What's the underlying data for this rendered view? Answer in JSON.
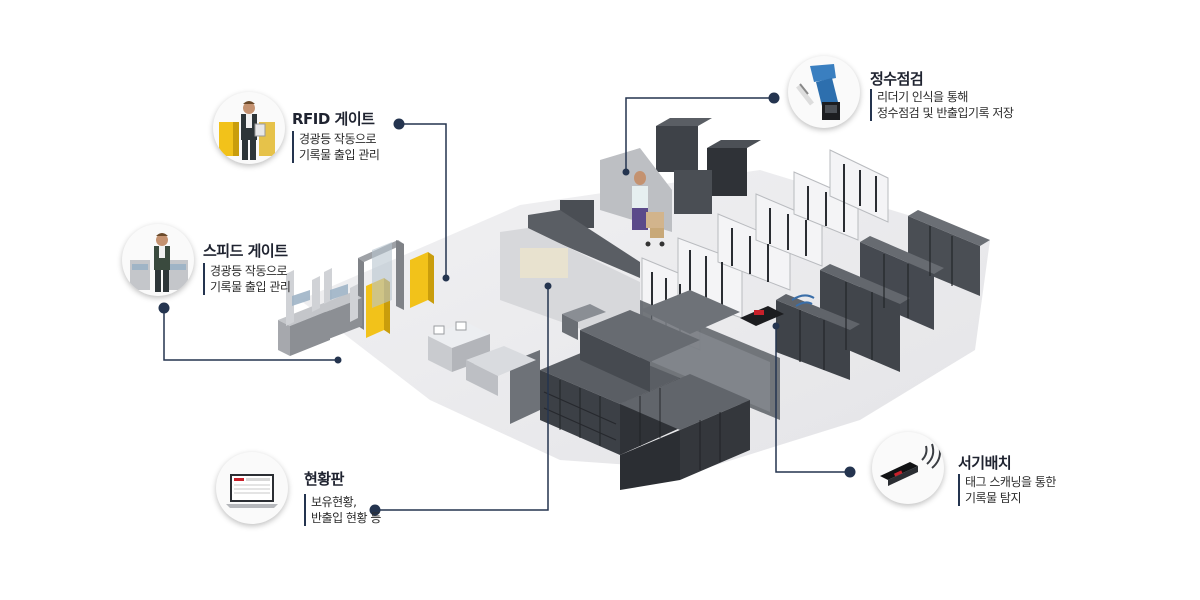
{
  "callouts": {
    "rfid_gate": {
      "title": "RFID 게이트",
      "desc_line1": "경광등 작동으로",
      "desc_line2": "기록물 출입 관리",
      "icon": "rfid-gate-person-icon"
    },
    "speed_gate": {
      "title": "스피드 게이트",
      "desc_line1": "경광등 작동으로",
      "desc_line2": "기록물 출입 관리",
      "icon": "speed-gate-person-icon"
    },
    "status_board": {
      "title": "현황판",
      "desc_line1": "보유현황,",
      "desc_line2": "반출입 현황 등",
      "icon": "laptop-icon"
    },
    "inventory_check": {
      "title": "정수점검",
      "desc_line1": "리더기 인식을 통해",
      "desc_line2": "정수점검 및 반출입기록 저장",
      "icon": "handheld-reader-icon"
    },
    "shelf_placement": {
      "title": "서기배치",
      "desc_line1": "태그 스캐닝을 통한",
      "desc_line2": "기록물 탐지",
      "icon": "rfid-scanner-icon"
    }
  },
  "colors": {
    "line": "#24344f",
    "dot": "#24344f",
    "gate_yellow": "#f2c21a",
    "shelf_dark": "#3d4147",
    "shelf_light": "#e6e6e8"
  }
}
